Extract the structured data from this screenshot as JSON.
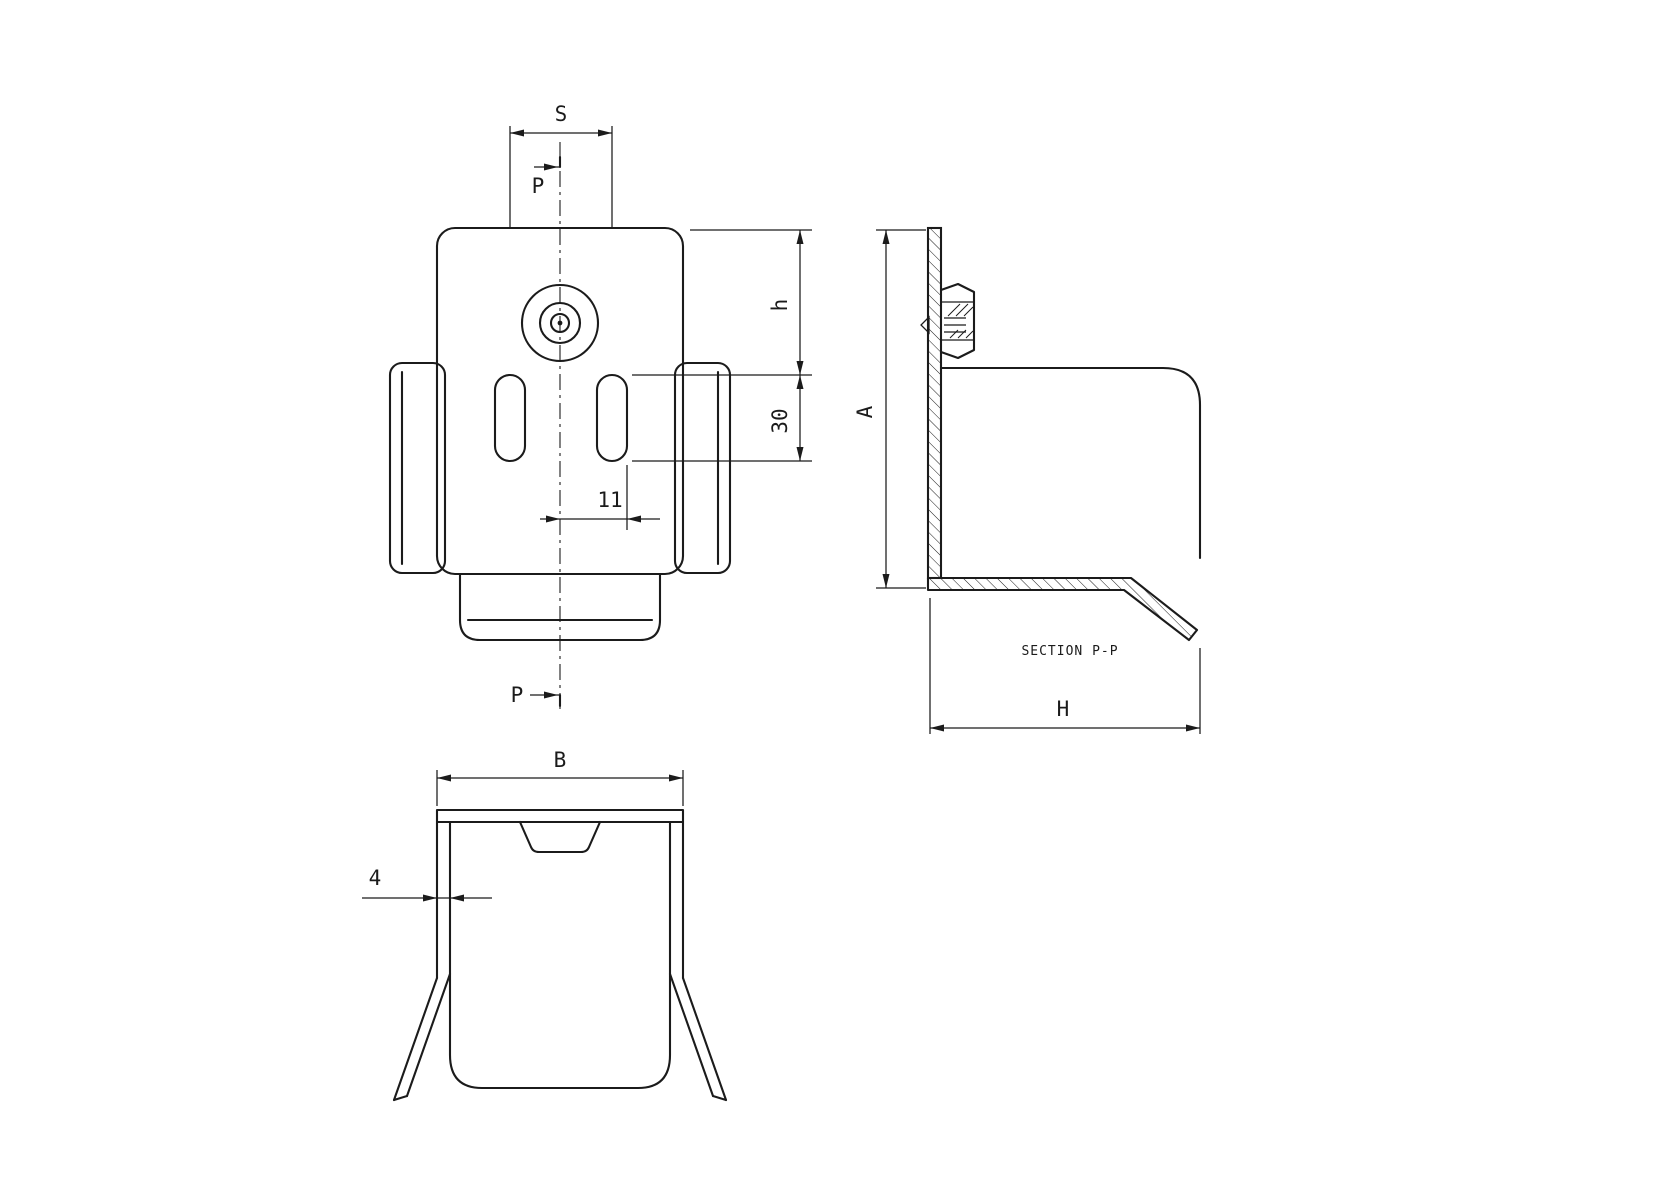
{
  "drawing": {
    "labels": {
      "dim_s": "S",
      "cut_p_top": "P",
      "cut_p_bottom": "P",
      "dim_h": "h",
      "dim_30": "30",
      "dim_11": "11",
      "dim_a": "A",
      "section_title": "SECTION P-P",
      "dim_big_h": "H",
      "dim_b": "B",
      "dim_4": "4"
    },
    "colors": {
      "line": "#1b1b1b",
      "background": "#ffffff"
    }
  }
}
